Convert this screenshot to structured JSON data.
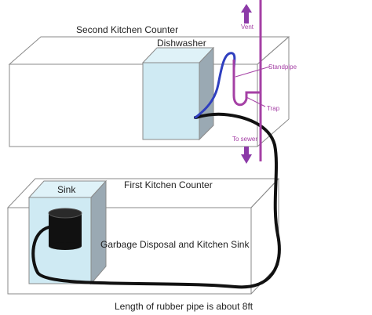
{
  "labels": {
    "second_counter": "Second Kitchen Counter",
    "dishwasher": "Dishwasher",
    "vent": "Vent",
    "standpipe": "Standpipe",
    "trap": "Trap",
    "to_sewer": "To sewer",
    "sink": "Sink",
    "first_counter": "First Kitchen Counter",
    "garbage_disposal": "Garbage Disposal and Kitchen Sink",
    "pipe_length": "Length of rubber pipe is about 8ft"
  },
  "colors": {
    "outline": "#8a8a8a",
    "appliance_fill": "#cfeaf3",
    "appliance_side": "#9aa9b3",
    "pipe_purple": "#a540a5",
    "arrow_purple": "#8c3aa8",
    "hose_blue": "#2f3fbf",
    "hose_black": "#111111",
    "disposal": "#111111"
  }
}
